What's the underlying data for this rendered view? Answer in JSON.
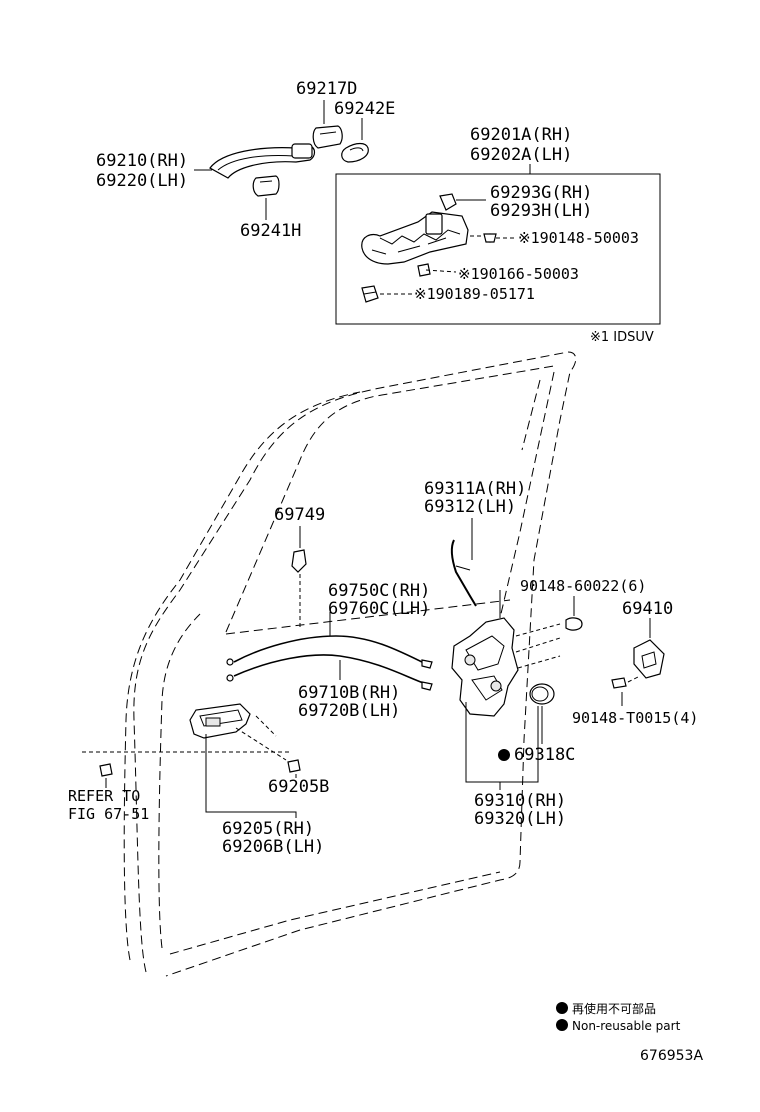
{
  "labels": {
    "p69217D": "69217D",
    "p69242E": "69242E",
    "p69210": "69210(RH)",
    "p69220": "69220(LH)",
    "p69241H": "69241H",
    "p69201A": "69201A(RH)",
    "p69202A": "69202A(LH)",
    "p69293G": "69293G(RH)",
    "p69293H": "69293H(LH)",
    "p90148_50003": "90148-50003",
    "p90166_50003": "90166-50003",
    "p90189_05171": "90189-05171",
    "mark1": "※1",
    "idsuv": "※1 IDSUV",
    "p69311A": "69311A(RH)",
    "p69312": "69312(LH)",
    "p69749": "69749",
    "p90148_60022": "90148-60022(6)",
    "p69410": "69410",
    "p69750C": "69750C(RH)",
    "p69760C": "69760C(LH)",
    "p69710B": "69710B(RH)",
    "p69720B": "69720B(LH)",
    "p90148_T0015": "90148-T0015(4)",
    "p69318C": "69318C",
    "refer1": "REFER TO",
    "refer2": "FIG 67-51",
    "p69205B": "69205B",
    "p69310": "69310(RH)",
    "p69320": "69320(LH)",
    "p69205": "69205(RH)",
    "p69206B": "69206B(LH)"
  },
  "legend": {
    "jp": "再使用不可部品",
    "en": "Non-reusable part"
  },
  "figure_id": "676953A"
}
